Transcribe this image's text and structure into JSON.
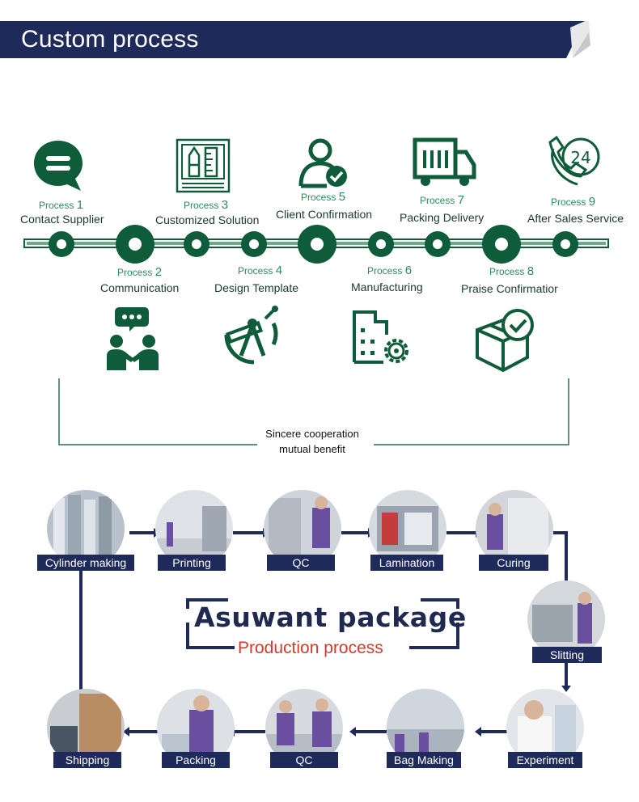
{
  "header": {
    "title": "Custom process"
  },
  "processes": [
    {
      "label": "Process",
      "num": "1",
      "name": "Contact Supplier",
      "icon": "chat-bubble-icon"
    },
    {
      "label": "Process",
      "num": "2",
      "name": "Communication",
      "icon": "people-talking-icon"
    },
    {
      "label": "Process",
      "num": "3",
      "name": "Customized Solution",
      "icon": "design-tools-icon"
    },
    {
      "label": "Process",
      "num": "4",
      "name": "Design Template",
      "icon": "compass-ruler-icon"
    },
    {
      "label": "Process",
      "num": "5",
      "name": "Client Confirmation",
      "icon": "user-check-icon"
    },
    {
      "label": "Process",
      "num": "6",
      "name": "Manufacturing",
      "icon": "factory-gear-icon"
    },
    {
      "label": "Process",
      "num": "7",
      "name": "Packing Delivery",
      "icon": "delivery-truck-icon"
    },
    {
      "label": "Process",
      "num": "8",
      "name": "Praise Confirmatior",
      "icon": "box-check-icon"
    },
    {
      "label": "Process",
      "num": "9",
      "name": "After Sales Service",
      "icon": "phone-24-icon"
    }
  ],
  "motto": {
    "line1": "Sincere cooperation",
    "line2": "mutual benefit"
  },
  "brand": {
    "title": "Asuwant package",
    "subtitle": "Production process"
  },
  "production_steps": [
    "Cylinder making",
    "Printing",
    "QC",
    "Lamination",
    "Curing",
    "Slitting",
    "Experiment",
    "Bag Making",
    "QC",
    "Packing",
    "Shipping"
  ],
  "colors": {
    "banner": "#1e2a5a",
    "green": "#0f5c3a",
    "flow": "#1e2a5a",
    "accent_red": "#d43a2c"
  }
}
